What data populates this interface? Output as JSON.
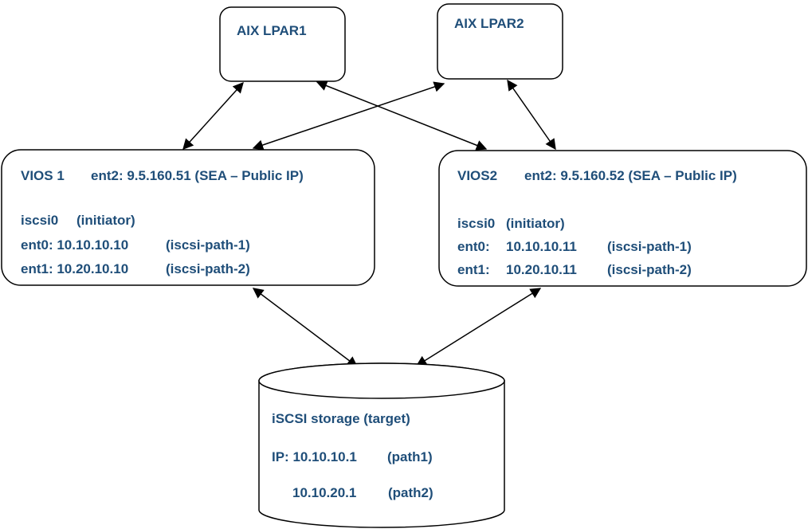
{
  "lpar1": {
    "label": "AIX LPAR1"
  },
  "lpar2": {
    "label": "AIX LPAR2"
  },
  "vios1": {
    "name": "VIOS 1",
    "ent2": "ent2: 9.5.160.51 (SEA – Public IP)",
    "iscsi_dev": "iscsi0",
    "iscsi_role": "(initiator)",
    "ent0_ip": "ent0: 10.10.10.10",
    "ent0_path": "(iscsi-path-1)",
    "ent1_ip": "ent1: 10.20.10.10",
    "ent1_path": "(iscsi-path-2)"
  },
  "vios2": {
    "name": "VIOS2",
    "ent2": "ent2: 9.5.160.52 (SEA – Public IP)",
    "iscsi_dev": "iscsi0",
    "iscsi_role": "(initiator)",
    "ent0_label": "ent0:",
    "ent0_ip": "10.10.10.11",
    "ent0_path": "(iscsi-path-1)",
    "ent1_label": "ent1:",
    "ent1_ip": "10.20.10.11",
    "ent1_path": "(iscsi-path-2)"
  },
  "storage": {
    "title": "iSCSI storage (target)",
    "ip1": "IP: 10.10.10.1",
    "path1": "(path1)",
    "ip2": "10.10.20.1",
    "path2": "(path2)"
  }
}
